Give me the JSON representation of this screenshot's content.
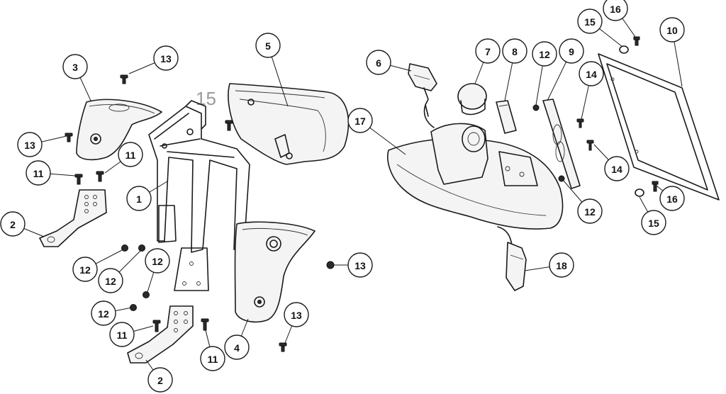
{
  "diagram": {
    "stray_label": "15",
    "callouts": [
      {
        "id": "c13a",
        "label": "13"
      },
      {
        "id": "c3",
        "label": "3"
      },
      {
        "id": "c13b",
        "label": "13"
      },
      {
        "id": "c11a",
        "label": "11"
      },
      {
        "id": "c11b",
        "label": "11"
      },
      {
        "id": "c1",
        "label": "1"
      },
      {
        "id": "c2a",
        "label": "2"
      },
      {
        "id": "c5",
        "label": "5"
      },
      {
        "id": "c6",
        "label": "6"
      },
      {
        "id": "c7",
        "label": "7"
      },
      {
        "id": "c8",
        "label": "8"
      },
      {
        "id": "c12a",
        "label": "12"
      },
      {
        "id": "c9",
        "label": "9"
      },
      {
        "id": "c15a",
        "label": "15"
      },
      {
        "id": "c16a",
        "label": "16"
      },
      {
        "id": "c10",
        "label": "10"
      },
      {
        "id": "c14a",
        "label": "14"
      },
      {
        "id": "c17",
        "label": "17"
      },
      {
        "id": "c14b",
        "label": "14"
      },
      {
        "id": "c12b",
        "label": "12"
      },
      {
        "id": "c16b",
        "label": "16"
      },
      {
        "id": "c15b",
        "label": "15"
      },
      {
        "id": "c12c",
        "label": "12"
      },
      {
        "id": "c12d",
        "label": "12"
      },
      {
        "id": "c12e",
        "label": "12"
      },
      {
        "id": "c12f",
        "label": "12"
      },
      {
        "id": "c13c",
        "label": "13"
      },
      {
        "id": "c18",
        "label": "18"
      },
      {
        "id": "c13d",
        "label": "13"
      },
      {
        "id": "c11c",
        "label": "11"
      },
      {
        "id": "c11d",
        "label": "11"
      },
      {
        "id": "c4",
        "label": "4"
      },
      {
        "id": "c2b",
        "label": "2"
      }
    ]
  }
}
